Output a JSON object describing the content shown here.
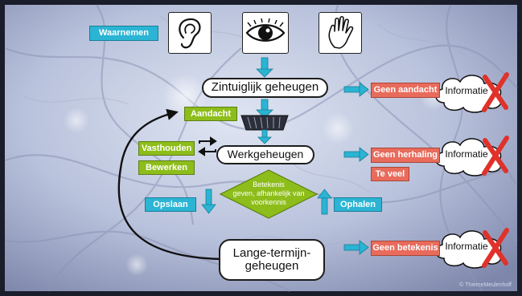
{
  "labels": {
    "waarnemen": "Waarnemen",
    "zintuiglijk": "Zintuiglijk geheugen",
    "aandacht": "Aandacht",
    "werkgeheugen": "Werkgeheugen",
    "vasthouden": "Vasthouden",
    "bewerken": "Bewerken",
    "betekenis_line1": "Betekenis",
    "betekenis_line2": "geven, afhankelijk van",
    "betekenis_line3": "voorkennis",
    "opslaan": "Opslaan",
    "ophalen": "Ophalen",
    "lange_line1": "Lange-termijn-",
    "lange_line2": "geheugen",
    "geen_aandacht": "Geen aandacht",
    "geen_herhaling": "Geen herhaling",
    "te_veel": "Te veel",
    "geen_betekenis": "Geen betekenis",
    "informatie": "Informatie",
    "watermark": "© ThiemeMeulenhoff"
  },
  "icons": [
    "ear-icon",
    "eye-icon",
    "hand-icon",
    "cloud-icon",
    "cross-icon",
    "cycle-icon",
    "filter-icon"
  ],
  "colors": {
    "blue": "#2bb4d3",
    "green": "#8dbd1a",
    "red": "#e86b5c",
    "cross": "#e0312a"
  }
}
